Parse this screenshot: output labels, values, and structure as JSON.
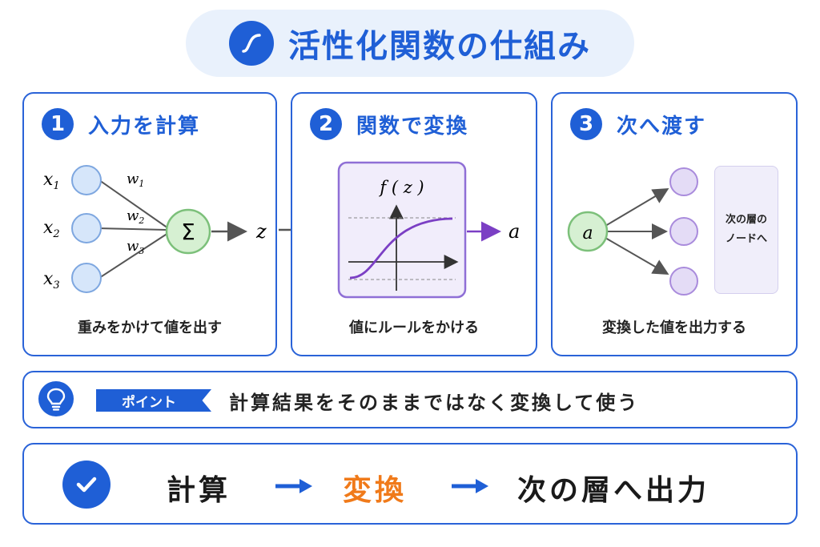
{
  "title": "活性化関数の仕組み",
  "title_icon": "sigmoid-curve-icon",
  "colors": {
    "primary": "#1f5fd6",
    "accent_orange": "#f07a1a",
    "input_node": "#d6e6fa",
    "sum_node": "#d6f0d2",
    "output_node": "#e4dcf6",
    "curve": "#7b3fc4"
  },
  "panels": [
    {
      "number": "1",
      "title": "入力を計算",
      "caption": "重みをかけて値を出す",
      "inputs": [
        "x",
        "x",
        "x"
      ],
      "input_subs": [
        "1",
        "2",
        "3"
      ],
      "weights": [
        "w",
        "w",
        "w"
      ],
      "weight_subs": [
        "1",
        "2",
        "3"
      ],
      "sum_symbol": "Σ",
      "output": "z"
    },
    {
      "number": "2",
      "title": "関数で変換",
      "caption": "値にルールをかける",
      "function_label": "f ( z )",
      "output": "a"
    },
    {
      "number": "3",
      "title": "次へ渡す",
      "caption": "変換した値を出力する",
      "source": "a",
      "box_lines": [
        "次の層の",
        "ノードへ"
      ]
    }
  ],
  "point": {
    "tag": "ポイント",
    "text": "計算結果をそのままではなく変換して使う"
  },
  "flow": {
    "steps": [
      "計算",
      "変換",
      "次の層へ出力"
    ]
  }
}
